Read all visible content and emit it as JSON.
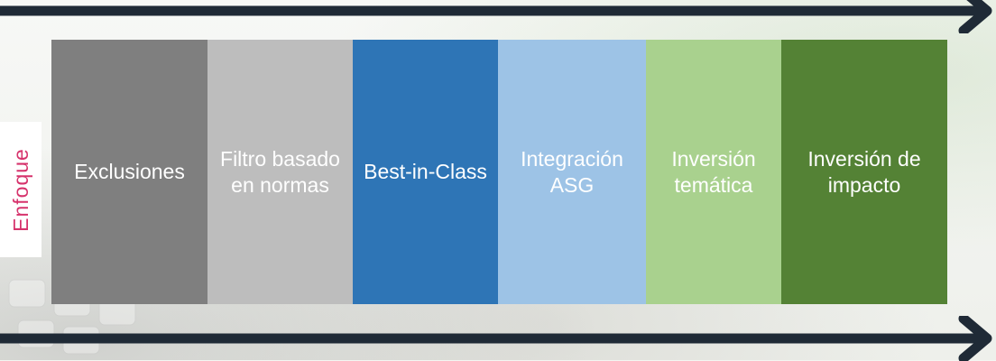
{
  "side_label": "Enfoque",
  "colors": {
    "arrow": "#1f2a36",
    "label_text": "#d6336c",
    "block_text": "#ffffff"
  },
  "blocks": [
    {
      "label": "Exclusiones",
      "color": "#7f7f7f"
    },
    {
      "label": "Filtro basado\nen normas",
      "color": "#bdbdbd"
    },
    {
      "label": "Best-in-Class",
      "color": "#2e75b6"
    },
    {
      "label": "Integración\nASG",
      "color": "#9dc3e6"
    },
    {
      "label": "Inversión\ntemática",
      "color": "#a9d18e"
    },
    {
      "label": "Inversión de\nimpacto",
      "color": "#548235"
    }
  ]
}
